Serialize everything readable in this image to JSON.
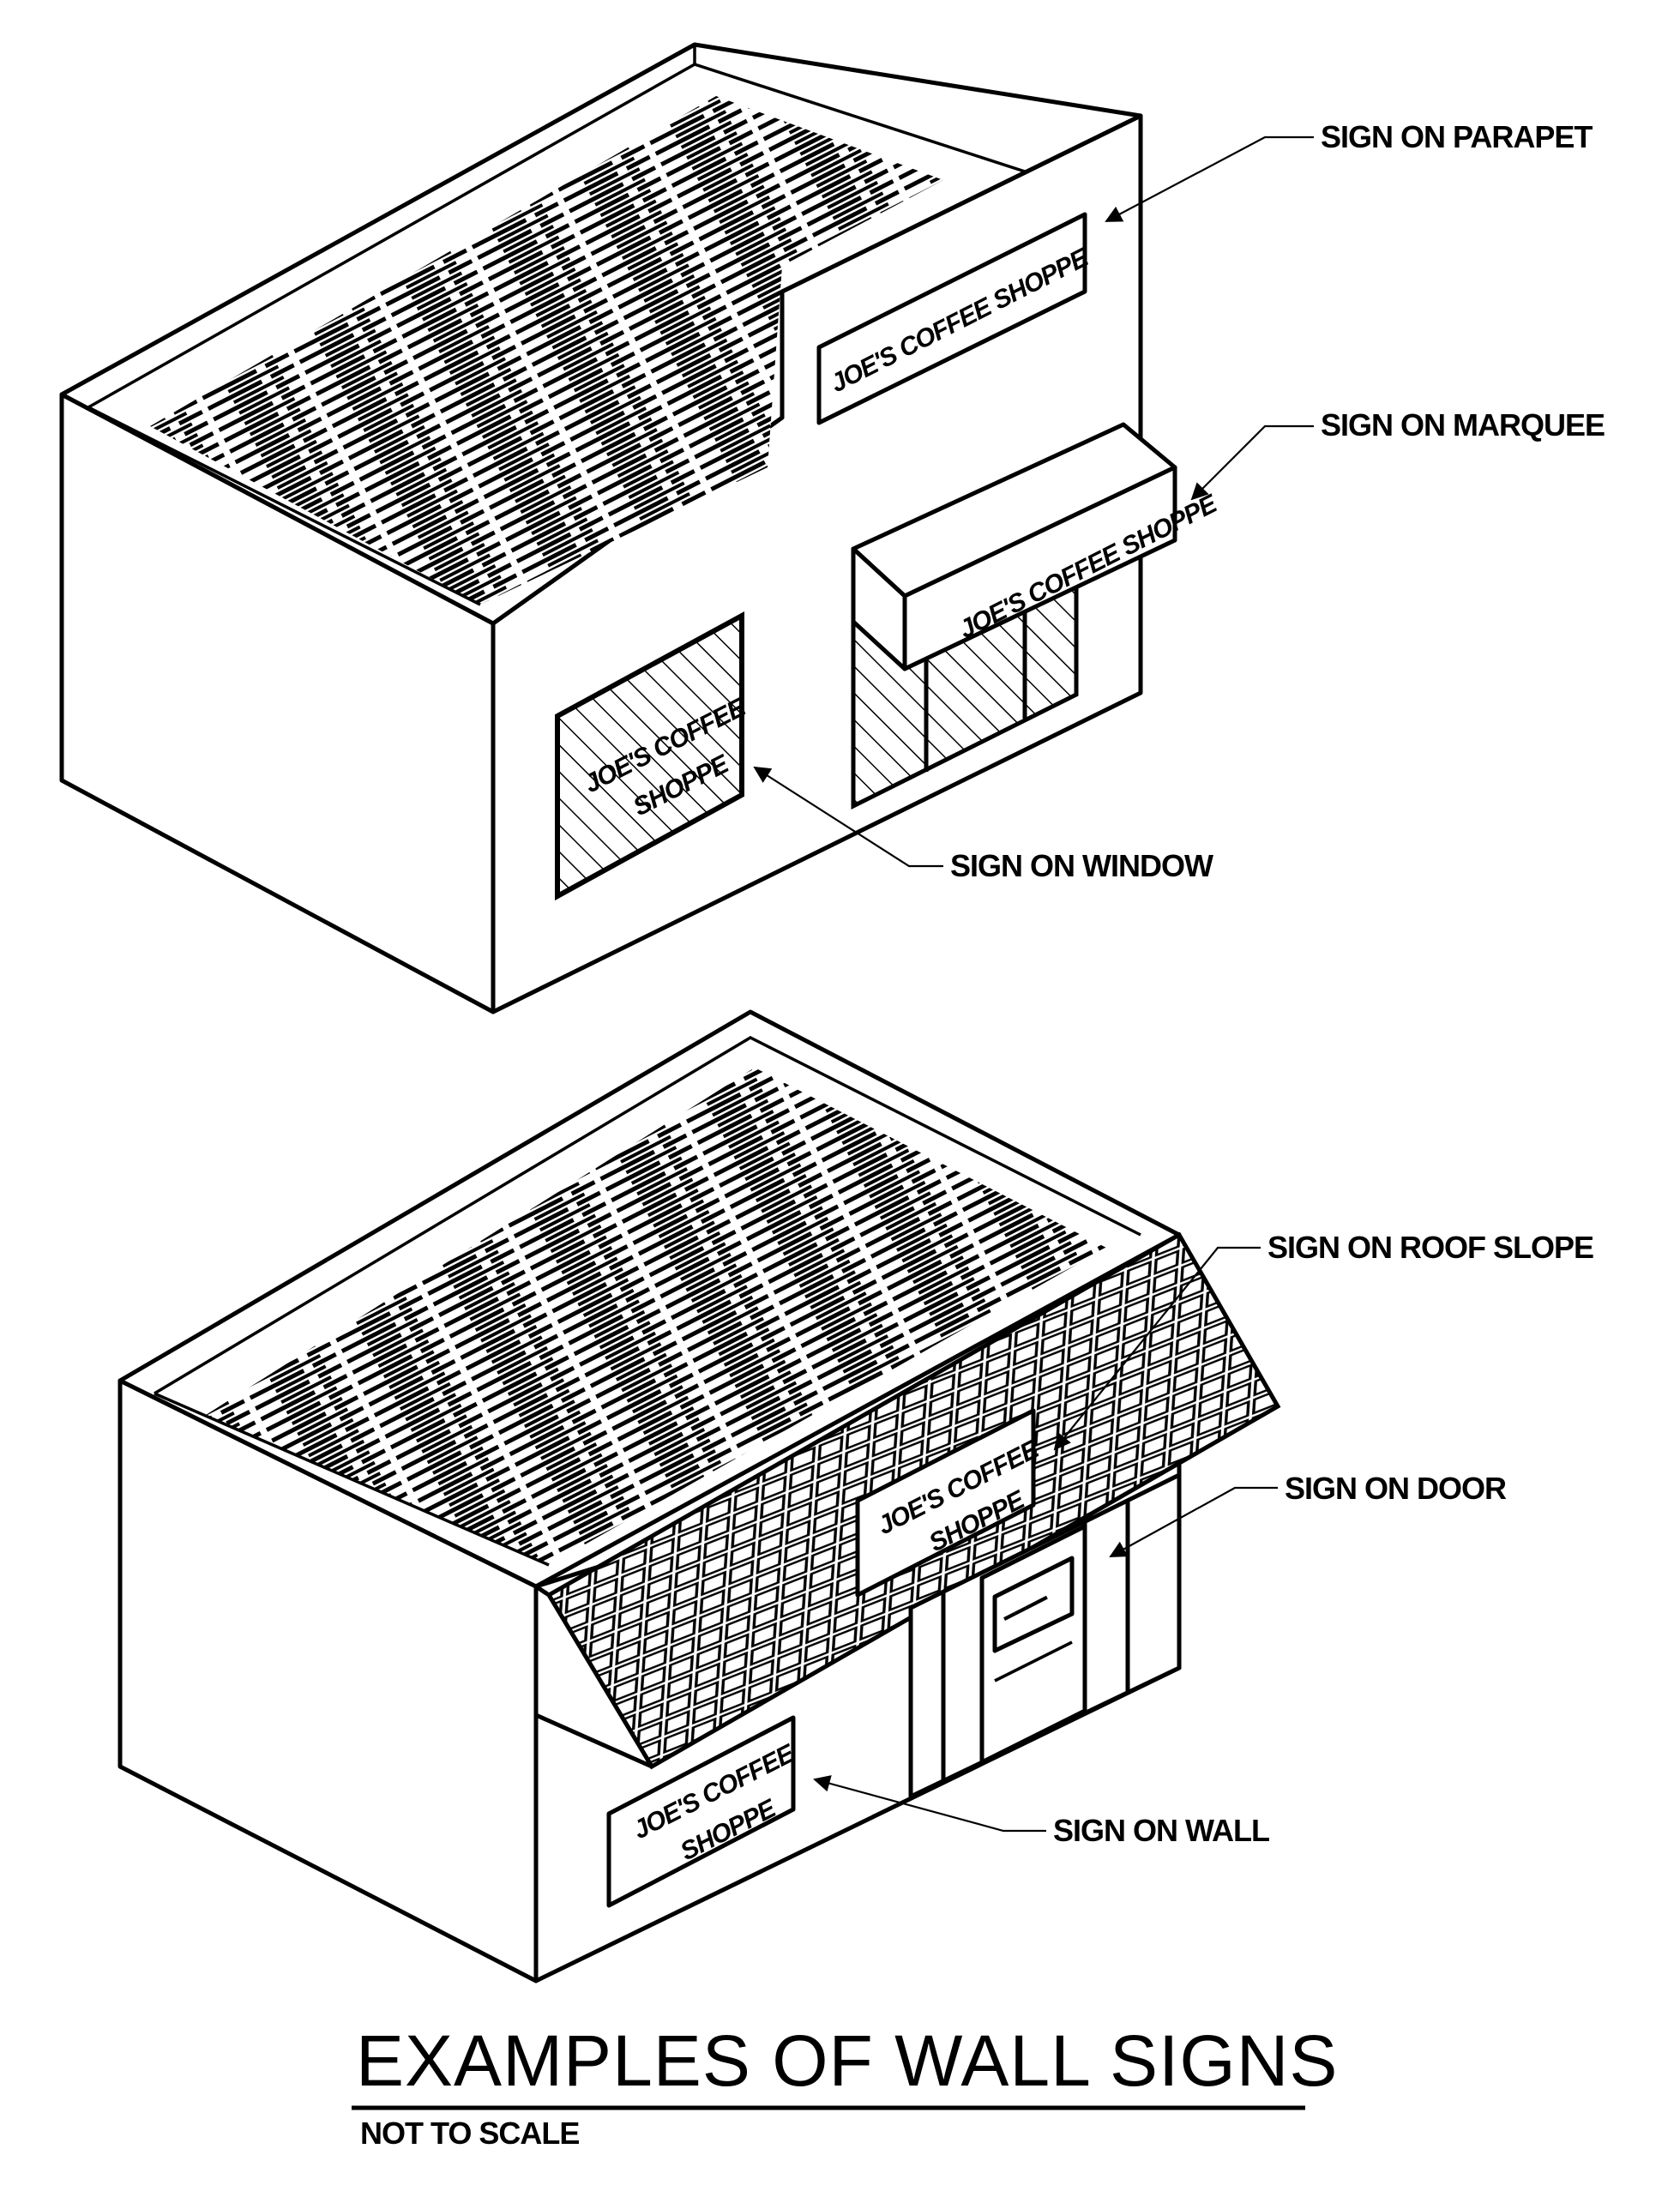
{
  "labels": {
    "parapet": "SIGN ON PARAPET",
    "marquee": "SIGN ON MARQUEE",
    "window": "SIGN ON WINDOW",
    "roof_slope": "SIGN ON ROOF SLOPE",
    "door": "SIGN ON DOOR",
    "wall": "SIGN ON WALL"
  },
  "signs": {
    "parapet": "JOE'S COFFEE SHOPPE",
    "marquee": "JOE'S COFFEE SHOPPE",
    "window_line1": "JOE'S COFFEE",
    "window_line2": "SHOPPE",
    "roof_line1": "JOE'S COFFEE",
    "roof_line2": "SHOPPE",
    "wall_line1": "JOE'S COFFEE",
    "wall_line2": "SHOPPE"
  },
  "title": "EXAMPLES OF WALL SIGNS",
  "subtitle": "NOT TO SCALE"
}
